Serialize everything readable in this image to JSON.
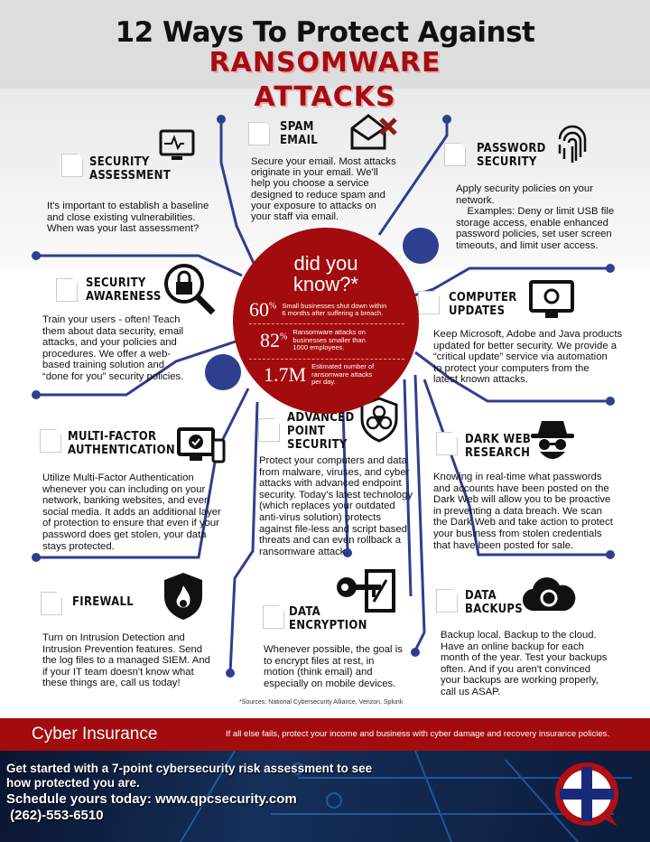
{
  "title": {
    "line1": "12 Ways To Protect Against",
    "line2": "RANSOMWARE",
    "line3": "ATTACKS"
  },
  "sections": [
    {
      "label1": "SECURITY",
      "label2": "ASSESSMENT",
      "icon": "monitor-heartbeat-icon",
      "text": [
        "It's important to establish a baseline",
        "and close existing vulnerabilities.",
        "When was your last assessment?"
      ]
    },
    {
      "label1": "SPAM",
      "label2": "EMAIL",
      "icon": "envelope-x-icon",
      "text": [
        "Secure your email. Most attacks",
        "originate in your email. We'll",
        "help you choose a service",
        "designed to reduce spam and",
        "your exposure to attacks on",
        "your staff via email."
      ]
    },
    {
      "label1": "PASSWORD",
      "label2": "SECURITY",
      "icon": "fingerprint-icon",
      "text": [
        "Apply security policies on your",
        "network.",
        "    Examples: Deny or limit USB file",
        "storage access, enable enhanced",
        "password policies, set user screen",
        "timeouts, and limit user access."
      ]
    },
    {
      "label1": "SECURITY",
      "label2": "AWARENESS",
      "icon": "lock-magnifier-icon",
      "text": [
        "Train your users - often! Teach",
        "them about data security, email",
        "attacks, and your policies and",
        "procedures. We offer a web-",
        "based training solution and",
        "“done for you” security policies."
      ]
    },
    {
      "label1": "COMPUTER",
      "label2": "UPDATES",
      "icon": "monitor-refresh-icon",
      "text": [
        "Keep Microsoft, Adobe and Java products",
        "updated for better security. We provide a",
        "“critical update” service via automation",
        "to protect your computers from the",
        "latest known attacks."
      ]
    },
    {
      "label1": "MULTI-FACTOR",
      "label2": "AUTHENTICATION",
      "icon": "devices-check-icon",
      "text": [
        "Utilize Multi-Factor Authentication",
        "whenever you can including on your",
        "network, banking websites, and even",
        "social media. It adds an additional layer",
        "of protection to ensure that even if your",
        "password does get stolen, your data",
        "stays protected."
      ]
    },
    {
      "label1": "ADVANCED",
      "label2": "POINT",
      "label3": "SECURITY",
      "icon": "biohazard-shield-icon",
      "text": [
        "Protect your computers and data",
        "from malware, viruses, and cyber",
        "attacks with advanced endpoint",
        "security. Today's latest technology",
        "(which replaces your outdated",
        "anti-virus solution) protects",
        "against file-less and script based",
        "threats and can even rollback a",
        "ransomware attack."
      ]
    },
    {
      "label1": "DARK WEB",
      "label2": "RESEARCH",
      "icon": "spy-icon",
      "text": [
        "Knowing in real-time what passwords",
        "and accounts have been posted on the",
        "Dark Web will allow you to be proactive",
        "in preventing a data breach. We scan",
        "the Dark Web and take action to protect",
        "your business from stolen credentials",
        "that have been posted for sale."
      ]
    },
    {
      "label1": "FIREWALL",
      "label2": "",
      "icon": "fire-shield-icon",
      "text": [
        "Turn on Intrusion Detection and",
        "Intrusion Prevention features. Send",
        "the log files to a managed SIEM. And",
        "if your IT team doesn't know what",
        "these things are, call us today!"
      ]
    },
    {
      "label1": "DATA",
      "label2": "ENCRYPTION",
      "icon": "key-file-icon",
      "text": [
        "Whenever possible, the goal is",
        "to encrypt files at rest, in",
        "motion (think email) and",
        "especially on mobile devices."
      ]
    },
    {
      "label1": "DATA",
      "label2": "BACKUPS",
      "icon": "cloud-refresh-icon",
      "text": [
        "Backup local. Backup to the cloud.",
        "Have an online backup for each",
        "month of the year. Test your backups",
        "often. And if you aren't convinced",
        "your backups are working properly,",
        "call us ASAP."
      ]
    }
  ],
  "did_you_know": {
    "heading1": "did you",
    "heading2": "know?*",
    "stats": [
      {
        "value": "60",
        "unit": "%",
        "desc1": "Small businesses shut down within",
        "desc2": "6 months after suffering a breach.",
        "desc3": ""
      },
      {
        "value": "82",
        "unit": "%",
        "desc1": "Ransomware attacks on",
        "desc2": "businesses smaller than",
        "desc3": "1000 employees."
      },
      {
        "value": "1.7M",
        "unit": "",
        "desc1": "Estimated number of",
        "desc2": "ransomware attacks",
        "desc3": "per day."
      }
    ]
  },
  "sources": "*Sources: National Cybersecurity Alliance, Verizon, Splunk",
  "insurance": {
    "title": "Cyber Insurance",
    "text": "If all else fails, protect your income and business with cyber damage and recovery insurance policies."
  },
  "footer": {
    "line1": "Get started with a 7-point cybersecurity risk assessment to see",
    "line2": "how protected you are.",
    "line3": "Schedule yours today:  www.qpcsecurity.com",
    "line4": " (262)-553-6510",
    "logo": "qpc-logo"
  },
  "colors": {
    "red": "#a30c0e",
    "navy": "#2e3f8f"
  }
}
